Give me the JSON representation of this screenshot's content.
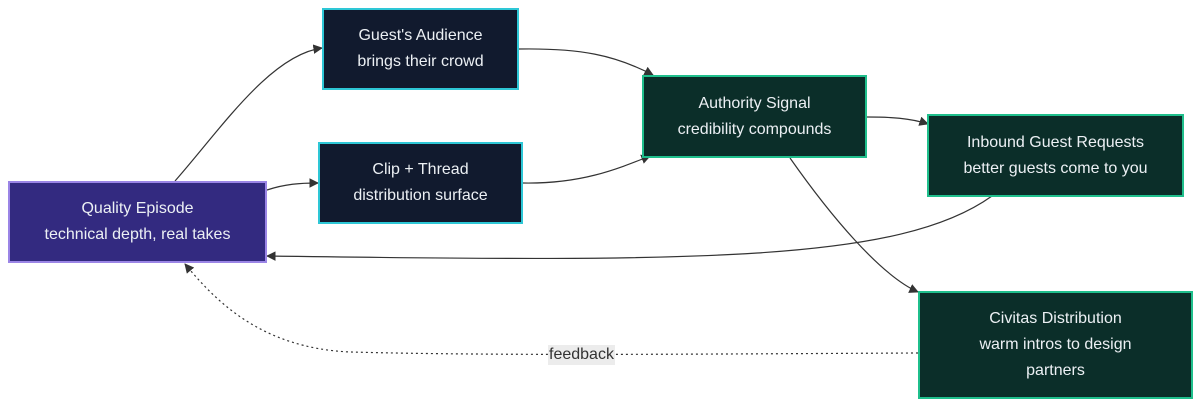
{
  "nodes": {
    "quality": {
      "line1": "Quality Episode",
      "line2": "technical depth, real takes"
    },
    "guest_audience": {
      "line1": "Guest's Audience",
      "line2": "brings their crowd"
    },
    "clip": {
      "line1": "Clip + Thread",
      "line2": "distribution surface"
    },
    "authority": {
      "line1": "Authority Signal",
      "line2": "credibility compounds"
    },
    "inbound": {
      "line1": "Inbound Guest Requests",
      "line2": "better guests come to you"
    },
    "civitas": {
      "line1": "Civitas Distribution",
      "line2": "warm intros to design",
      "line3": "partners"
    }
  },
  "edge_labels": {
    "feedback": "feedback"
  },
  "colors": {
    "purple_fill": "#332a80",
    "purple_border": "#9b85e6",
    "navy_fill": "#111a2e",
    "navy_border": "#2ec7d6",
    "green_fill": "#0b2e29",
    "green_border": "#1fbf8c",
    "edge": "#333333"
  }
}
